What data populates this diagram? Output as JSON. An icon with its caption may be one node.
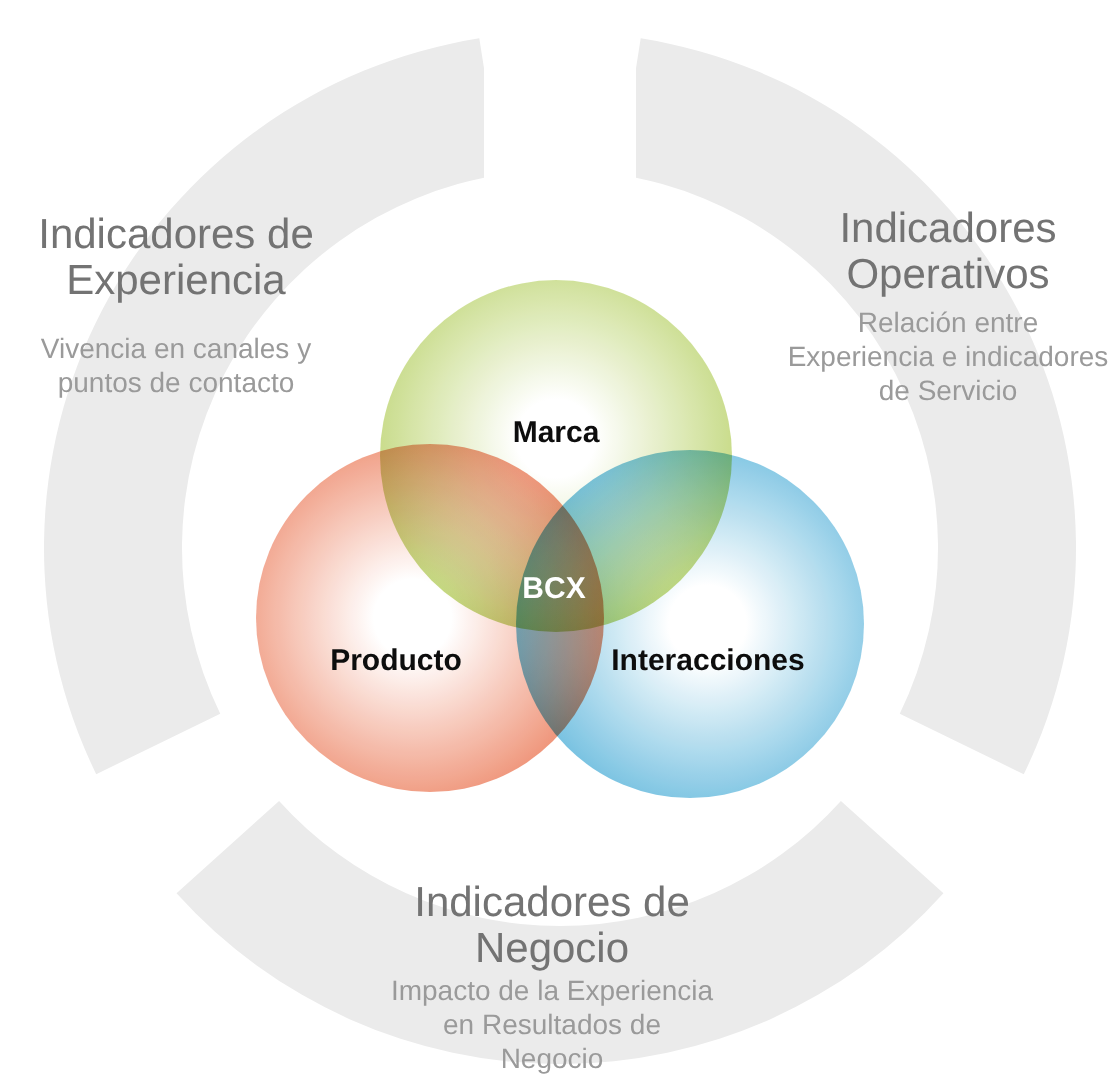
{
  "diagram": {
    "nodes": [
      {
        "text": [
          "Indicadores de Experiencia",
          "Vivencia en canales y puntos de contacto"
        ]
      },
      {
        "text": [
          "Indicadores Operativos",
          "Relación entre Experiencia e indicadores de Servicio"
        ]
      },
      {
        "text": [
          "Marca"
        ]
      },
      {
        "text": [
          "BCX"
        ]
      },
      {
        "text": [
          "Producto"
        ]
      },
      {
        "text": [
          "Interacciones"
        ]
      },
      {
        "text": [
          "Indicadores de Negocio",
          "Impacto de la Experiencia en Resultados de Negocio"
        ]
      }
    ]
  }
}
